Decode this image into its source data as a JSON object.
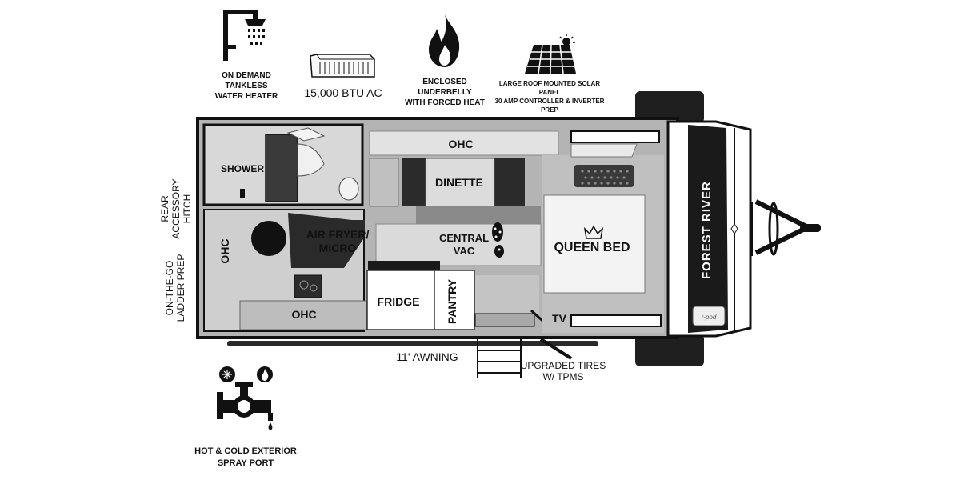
{
  "features": {
    "water_heater": "ON DEMAND\nTANKLESS\nWATER HEATER",
    "ac": "15,000 BTU AC",
    "underbelly": "ENCLOSED UNDERBELLY\nWITH FORCED HEAT",
    "solar": "LARGE ROOF MOUNTED SOLAR PANEL\n30 AMP CONTROLLER & INVERTER PREP",
    "spray_port": "HOT & COLD EXTERIOR\nSPRAY PORT"
  },
  "side_labels": {
    "rear_hitch": "REAR\nACCESSORY\nHITCH",
    "ladder": "ON-THE-GO\nLADDER PREP"
  },
  "rooms": {
    "shower": "SHOWER",
    "ohc_top": "OHC",
    "dinette": "DINETTE",
    "ohc_left": "OHC",
    "air_fryer": "AIR FRYER/\nMICRO",
    "central_vac": "CENTRAL\nVAC",
    "queen_bed": "QUEEN BED",
    "ohc_bottom": "OHC",
    "fridge": "FRIDGE",
    "pantry": "PANTRY",
    "tv": "TV"
  },
  "exterior": {
    "awning": "11' AWNING",
    "tires": "UPGRADED TIRES\nW/ TPMS",
    "brand": "FOREST RIVER",
    "badge": "r-pod"
  },
  "colors": {
    "floor": "#c8c8c8",
    "wall": "#1a1a1a",
    "dark": "#222222",
    "light": "#ececec"
  },
  "icons": [
    "shower-icon",
    "ac-unit-icon",
    "flame-icon",
    "solar-panel-icon",
    "spray-port-icon",
    "crown-icon",
    "footprint-icon"
  ]
}
